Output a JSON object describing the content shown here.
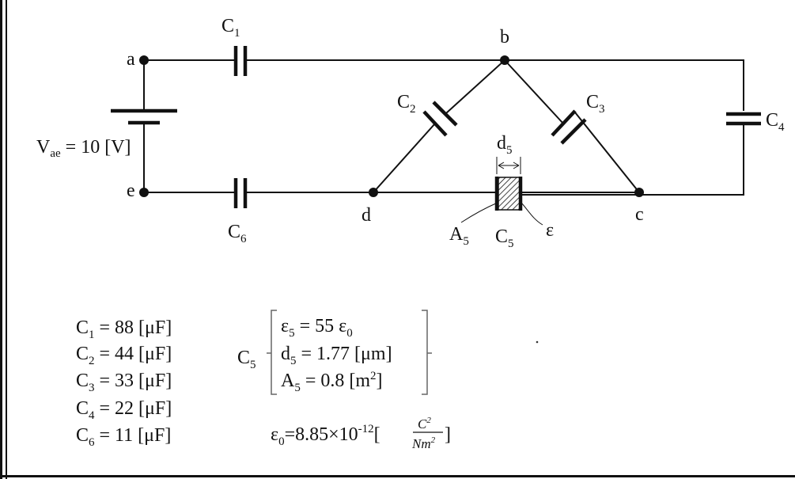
{
  "circuit": {
    "nodes": {
      "a": "a",
      "b": "b",
      "c": "c",
      "d": "d",
      "e": "e"
    },
    "capacitors": {
      "c1": {
        "letter": "C",
        "index": "1"
      },
      "c2": {
        "letter": "C",
        "index": "2"
      },
      "c3": {
        "letter": "C",
        "index": "3"
      },
      "c4": {
        "letter": "C",
        "index": "4"
      },
      "c5": {
        "letter": "C",
        "index": "5"
      },
      "c6": {
        "letter": "C",
        "index": "6"
      }
    },
    "source": {
      "var": "V",
      "sub": "ae",
      "rest": " = 10 [V]"
    },
    "c5_parts": {
      "d": {
        "letter": "d",
        "index": "5"
      },
      "a": {
        "letter": "A",
        "index": "5"
      },
      "eps": "ε"
    }
  },
  "values": {
    "c1": {
      "letter": "C",
      "index": "1",
      "rest": " = 88 [μF]"
    },
    "c2": {
      "letter": "C",
      "index": "2",
      "rest": " = 44 [μF]"
    },
    "c3": {
      "letter": "C",
      "index": "3",
      "rest": " = 33 [μF]"
    },
    "c4": {
      "letter": "C",
      "index": "4",
      "rest": " = 22 [μF]"
    },
    "c6": {
      "letter": "C",
      "index": "6",
      "rest": " = 11 [μF]"
    }
  },
  "c5_spec": {
    "label": {
      "letter": "C",
      "index": "5"
    },
    "eps": {
      "letter": "ε",
      "index": "5",
      "mid": " = 55 ε",
      "index2": "0"
    },
    "d": {
      "letter": "d",
      "index": "5",
      "rest": " = 1.77 [μm]"
    },
    "a": {
      "letter": "A",
      "index": "5",
      "mid": " = 0.8 [m",
      "sup": "2",
      "end": "]"
    }
  },
  "eps0": {
    "letter": "ε",
    "index": "0",
    "mid": "=8.85×10",
    "exp": "-12",
    "open": "[",
    "num": "C",
    "num_sup": "2",
    "den": "Nm",
    "den_sup": "2",
    "close": "]"
  }
}
